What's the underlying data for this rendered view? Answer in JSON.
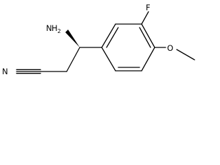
{
  "molecule": {
    "atoms": {
      "amino": {
        "element": "N",
        "hydrogens": "H",
        "hcount": "2"
      },
      "fluorine": "F",
      "oxygen": "O",
      "nitrile_n": "N"
    },
    "line_color": "#000000",
    "background": "#ffffff"
  }
}
